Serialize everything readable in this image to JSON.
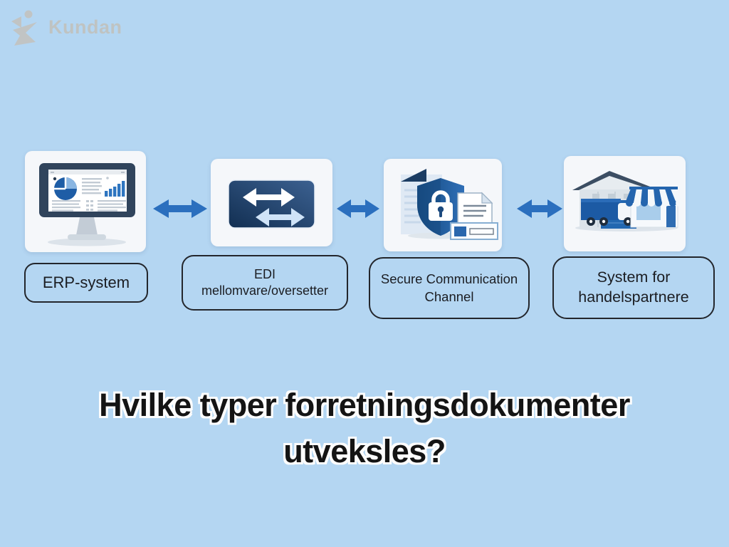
{
  "page": {
    "background": "#b4d6f2",
    "title": {
      "line1": "Hvilke typer forretningsdokumenter",
      "line2": "utveksles?"
    }
  },
  "watermark": {
    "brand": "Kundan",
    "icon": "kundan-logo-icon",
    "color": "#c3bdb3"
  },
  "flow": {
    "connector_icon": "double-headed-arrow-icon",
    "connector_color": "#2b6fbe",
    "nodes": [
      {
        "id": "erp",
        "icon": "erp-dashboard-monitor-icon",
        "label_lines": [
          "ERP-system"
        ]
      },
      {
        "id": "edi",
        "icon": "edi-exchange-arrows-icon",
        "label_lines": [
          "EDI",
          "mellomvare/oversetter"
        ]
      },
      {
        "id": "secure-channel",
        "icon": "secure-shield-lock-icon",
        "label_lines": [
          "Secure Communication",
          "Channel"
        ]
      },
      {
        "id": "trading-partners",
        "icon": "warehouse-store-icon",
        "label_lines": [
          "System for",
          "handelspartnere"
        ]
      }
    ]
  },
  "colors": {
    "card_background": "#f5f7fa",
    "navy": "#1d3f66",
    "blue": "#2267b0",
    "light_blue": "#cfe3f7",
    "label_border": "#23262c",
    "title_text": "#141414",
    "title_outline": "#fdfdfd"
  }
}
